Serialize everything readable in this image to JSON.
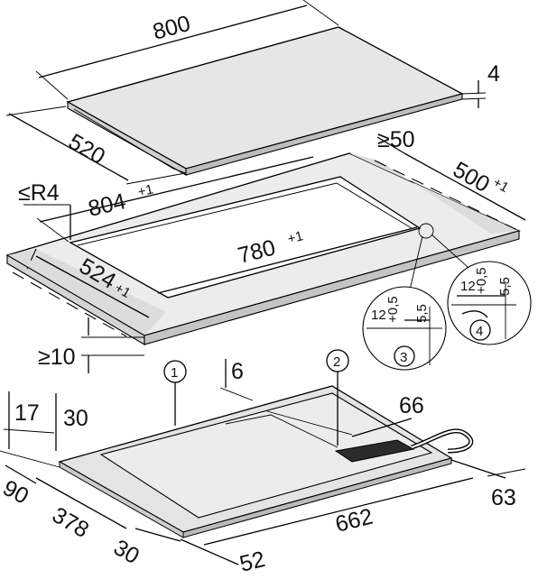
{
  "cooktop": {
    "width": "800",
    "depth": "520",
    "thickness": "4"
  },
  "cutout": {
    "outer_width": "804",
    "outer_width_tol": "+1",
    "radius": "≤R4",
    "inner_width": "780",
    "inner_width_tol": "+1",
    "depth": "524",
    "depth_tol": "+1",
    "rear_clearance": "≥50",
    "worktop_depth": "500",
    "worktop_depth_tol": "+1",
    "front_clearance": "≥10"
  },
  "details": {
    "detail_3": {
      "number": "3",
      "width": "12",
      "width_tol": "+0,5",
      "depth": "5,5"
    },
    "detail_4": {
      "number": "4",
      "width": "12",
      "width_tol": "+0,5",
      "depth": "5,5"
    }
  },
  "underside": {
    "callout_1": "1",
    "callout_2": "2",
    "dim_6": "6",
    "dim_17": "17",
    "dim_30_top": "30",
    "dim_66": "66",
    "dim_90": "90",
    "dim_378": "378",
    "dim_30_bottom": "30",
    "dim_662": "662",
    "dim_52": "52",
    "dim_63": "63"
  }
}
